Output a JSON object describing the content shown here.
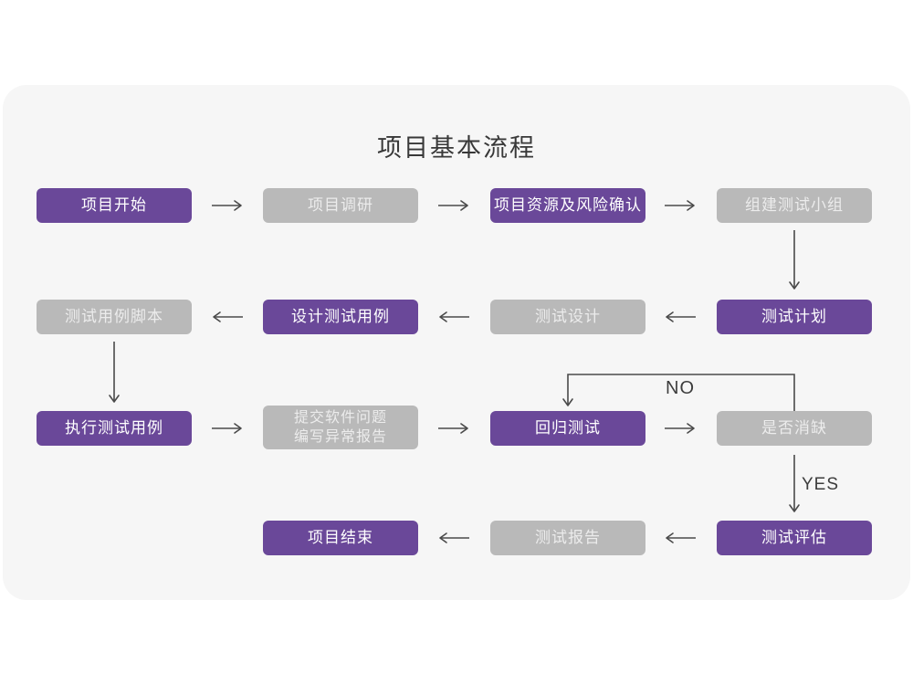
{
  "title": "项目基本流程",
  "colors": {
    "accent_purple": "#6a4899",
    "box_gray": "#b9b9b9",
    "panel_background": "#f6f6f6",
    "arrow": "#4a4a4a"
  },
  "nodes": [
    {
      "id": "project-start",
      "label": "项目开始",
      "variant": "purple"
    },
    {
      "id": "project-research",
      "label": "项目调研",
      "variant": "gray"
    },
    {
      "id": "resources-risk-confirm",
      "label": "项目资源及风险确认",
      "variant": "purple"
    },
    {
      "id": "form-test-team",
      "label": "组建测试小组",
      "variant": "gray"
    },
    {
      "id": "test-case-script",
      "label": "测试用例脚本",
      "variant": "gray"
    },
    {
      "id": "design-test-case",
      "label": "设计测试用例",
      "variant": "purple"
    },
    {
      "id": "test-design",
      "label": "测试设计",
      "variant": "gray"
    },
    {
      "id": "test-plan",
      "label": "测试计划",
      "variant": "purple"
    },
    {
      "id": "execute-test-case",
      "label": "执行测试用例",
      "variant": "purple"
    },
    {
      "id": "submit-issue-report",
      "label": "提交软件问题 编写异常报告",
      "variant": "gray",
      "lines": [
        "提交软件问题",
        "编写异常报告"
      ]
    },
    {
      "id": "regression-test",
      "label": "回归测试",
      "variant": "purple"
    },
    {
      "id": "defect-resolved-check",
      "label": "是否消缺",
      "variant": "gray"
    },
    {
      "id": "project-end",
      "label": "项目结束",
      "variant": "purple"
    },
    {
      "id": "test-report",
      "label": "测试报告",
      "variant": "gray"
    },
    {
      "id": "test-evaluation",
      "label": "测试评估",
      "variant": "purple"
    }
  ],
  "edge_labels": {
    "no": "NO",
    "yes": "YES"
  }
}
